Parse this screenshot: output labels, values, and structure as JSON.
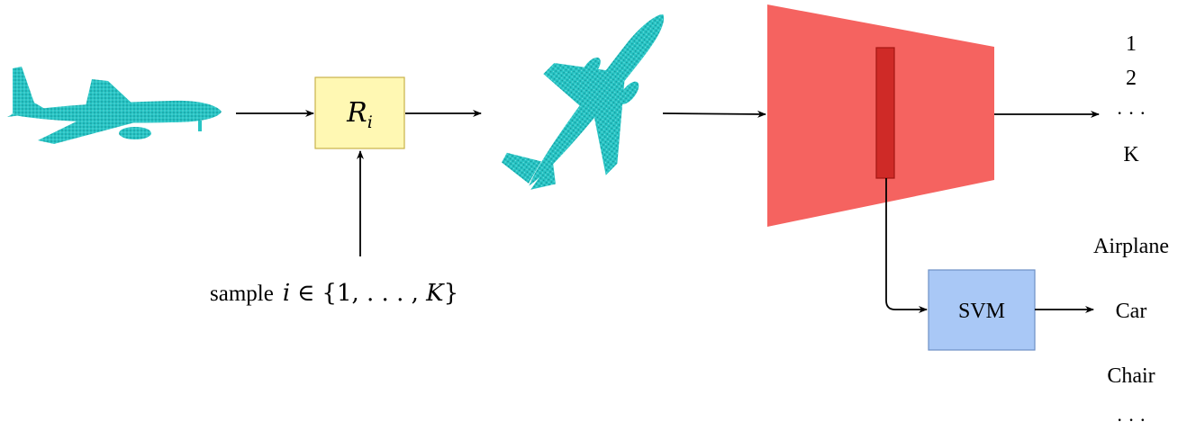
{
  "rotation_box": {
    "symbol": "R",
    "subscript": "i",
    "fill": "#fff8b3",
    "stroke": "#c9b24a"
  },
  "sample_label": {
    "word": "sample",
    "index_var": "i",
    "element_of": "∈",
    "set_open": "{1, . . . , ",
    "set_var": "K",
    "set_close": "}"
  },
  "rotation_classes": [
    "1",
    "2",
    "· · ·",
    "K"
  ],
  "svm_box": {
    "label": "SVM",
    "fill": "#a9c8f6",
    "stroke": "#6d8fc4"
  },
  "object_classes": [
    "Airplane",
    "Car",
    "Chair",
    "· · ·"
  ],
  "colors": {
    "encoder_fill": "#f56360",
    "feature_bar_fill": "#cf2a27",
    "feature_bar_stroke": "#a31613",
    "point_cloud": "#28c4c4",
    "point_cloud_dark": "#138f93",
    "arrow": "#000000"
  },
  "icons": {
    "input_cloud": "airplane-point-cloud-icon",
    "rotated_cloud": "rotated-airplane-point-cloud-icon"
  }
}
